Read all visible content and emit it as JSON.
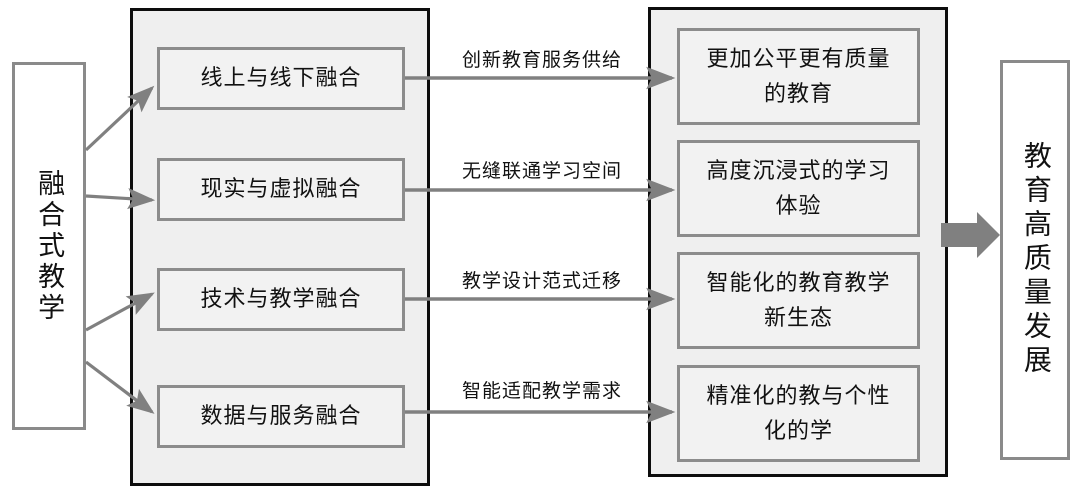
{
  "diagram": {
    "title_input": "融合式教学",
    "title_output": "教育高质量发展",
    "fusion_boxes": [
      {
        "label": "线上与线下融合"
      },
      {
        "label": "现实与虚拟融合"
      },
      {
        "label": "技术与教学融合"
      },
      {
        "label": "数据与服务融合"
      }
    ],
    "connector_labels": [
      "创新教育服务供给",
      "无缝联通学习空间",
      "教学设计范式迁移",
      "智能适配教学需求"
    ],
    "outcome_boxes": [
      {
        "line1": "更加公平更有质量",
        "line2": "的教育"
      },
      {
        "line1": "高度沉浸式的学习",
        "line2": "体验"
      },
      {
        "line1": "智能化的教育教学",
        "line2": "新生态"
      },
      {
        "line1": "精准化的教与个性",
        "line2": "化的学"
      }
    ],
    "colors": {
      "container_border": "#0d0d0d",
      "container_fill": "#efefef",
      "box_border": "#8c8c8c",
      "box_fill": "#f2f2f2",
      "arrow": "#808080",
      "text": "#111111",
      "page_background": "#ffffff"
    }
  }
}
